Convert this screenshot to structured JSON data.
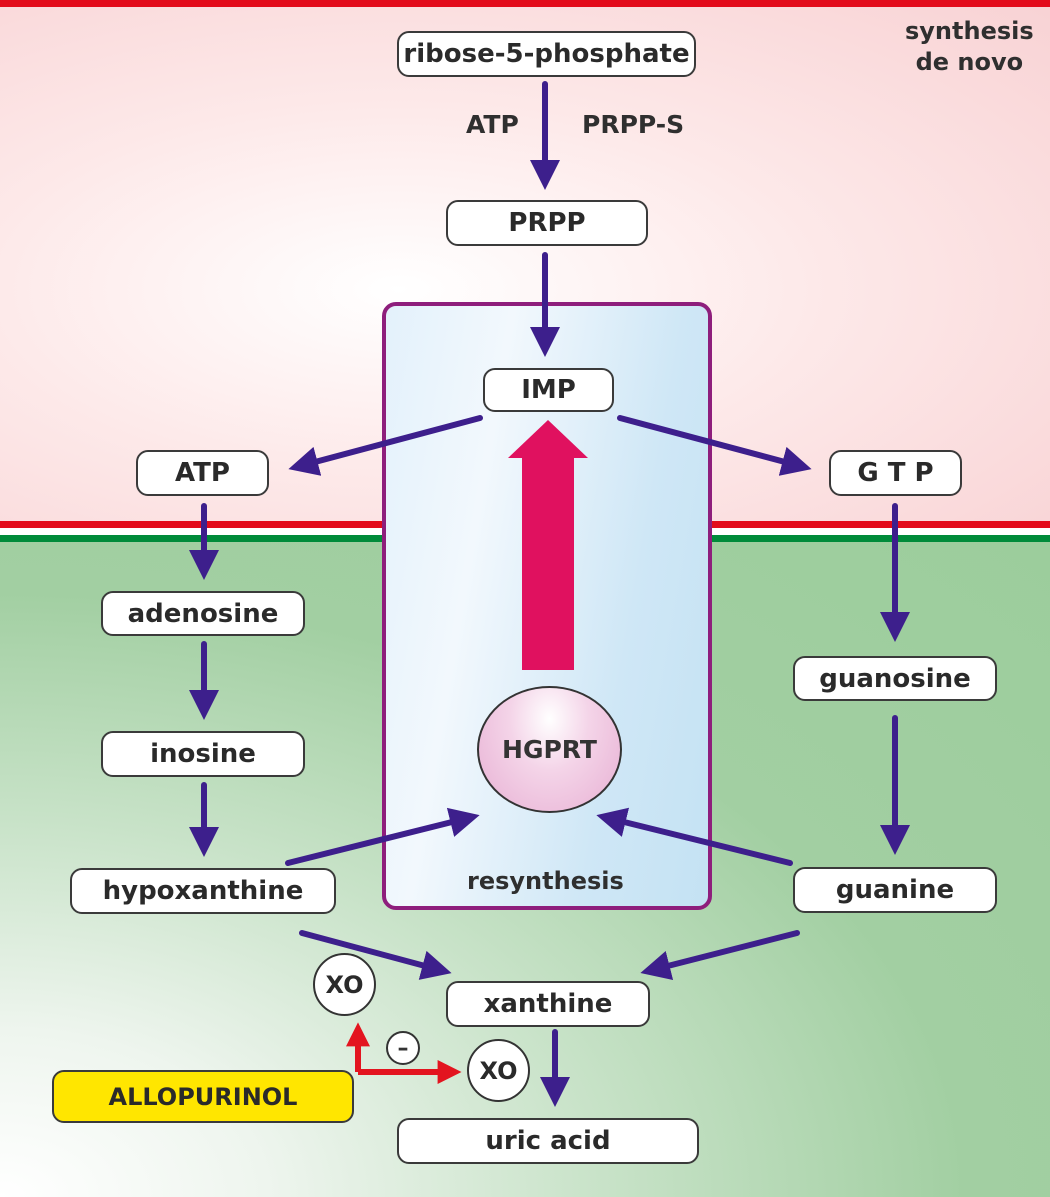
{
  "title": "Purine metabolism: de novo synthesis, resynthesis and degradation",
  "regions": {
    "synthesis_label_line1": "synthesis",
    "synthesis_label_line2": "de novo",
    "resynthesis_label": "resynthesis"
  },
  "nodes": {
    "ribose5p": "ribose-5-phosphate",
    "prpp": "PRPP",
    "imp": "IMP",
    "atp": "ATP",
    "gtp": "G T P",
    "adenosine": "adenosine",
    "inosine": "inosine",
    "hypoxanthine": "hypoxanthine",
    "guanosine": "guanosine",
    "guanine": "guanine",
    "xanthine": "xanthine",
    "uric_acid": "uric acid"
  },
  "edge_labels": {
    "cofactor_atp": "ATP",
    "enzyme_prpps": "PRPP-S"
  },
  "enzymes": {
    "hgprt": "HGPRT",
    "xo_upper": "XO",
    "xo_lower": "XO"
  },
  "inhibitor": {
    "drug": "ALLOPURINOL",
    "symbol": "–"
  },
  "colors": {
    "arrow": "#3d1f8c",
    "resynthesis_arrow": "#e0115f",
    "inhibition": "#e3141f",
    "top_band": "#e30b1b",
    "bottom_band": "#008b3a",
    "resynthesis_border": "#8e1e7c",
    "drug_fill": "#ffe600"
  }
}
